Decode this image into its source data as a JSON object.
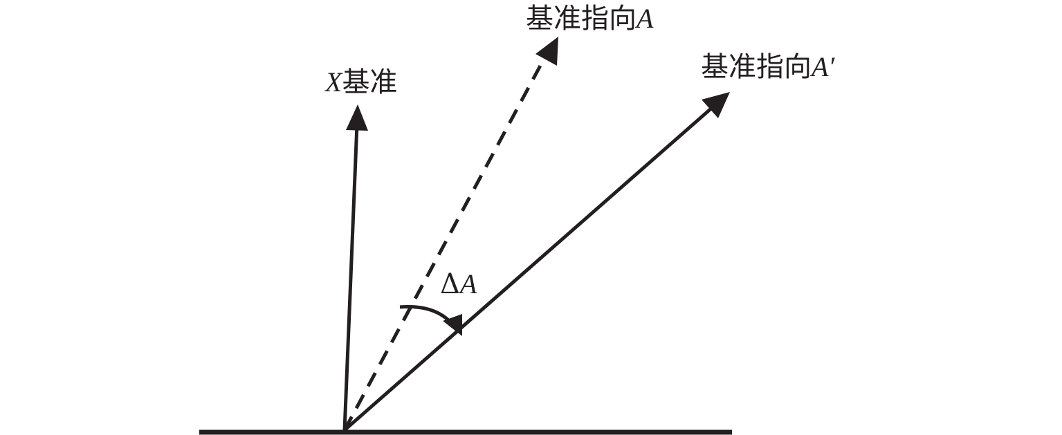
{
  "labels": {
    "x_ref_var": "X",
    "x_ref_text": "基准",
    "ref_a_text": "基准指向",
    "ref_a_var": "A",
    "ref_a_prime_text": "基准指向",
    "ref_a_prime_var": "A′",
    "delta_symbol": "Δ",
    "delta_var": "A"
  },
  "colors": {
    "stroke": "#231f20",
    "background": "#ffffff"
  }
}
